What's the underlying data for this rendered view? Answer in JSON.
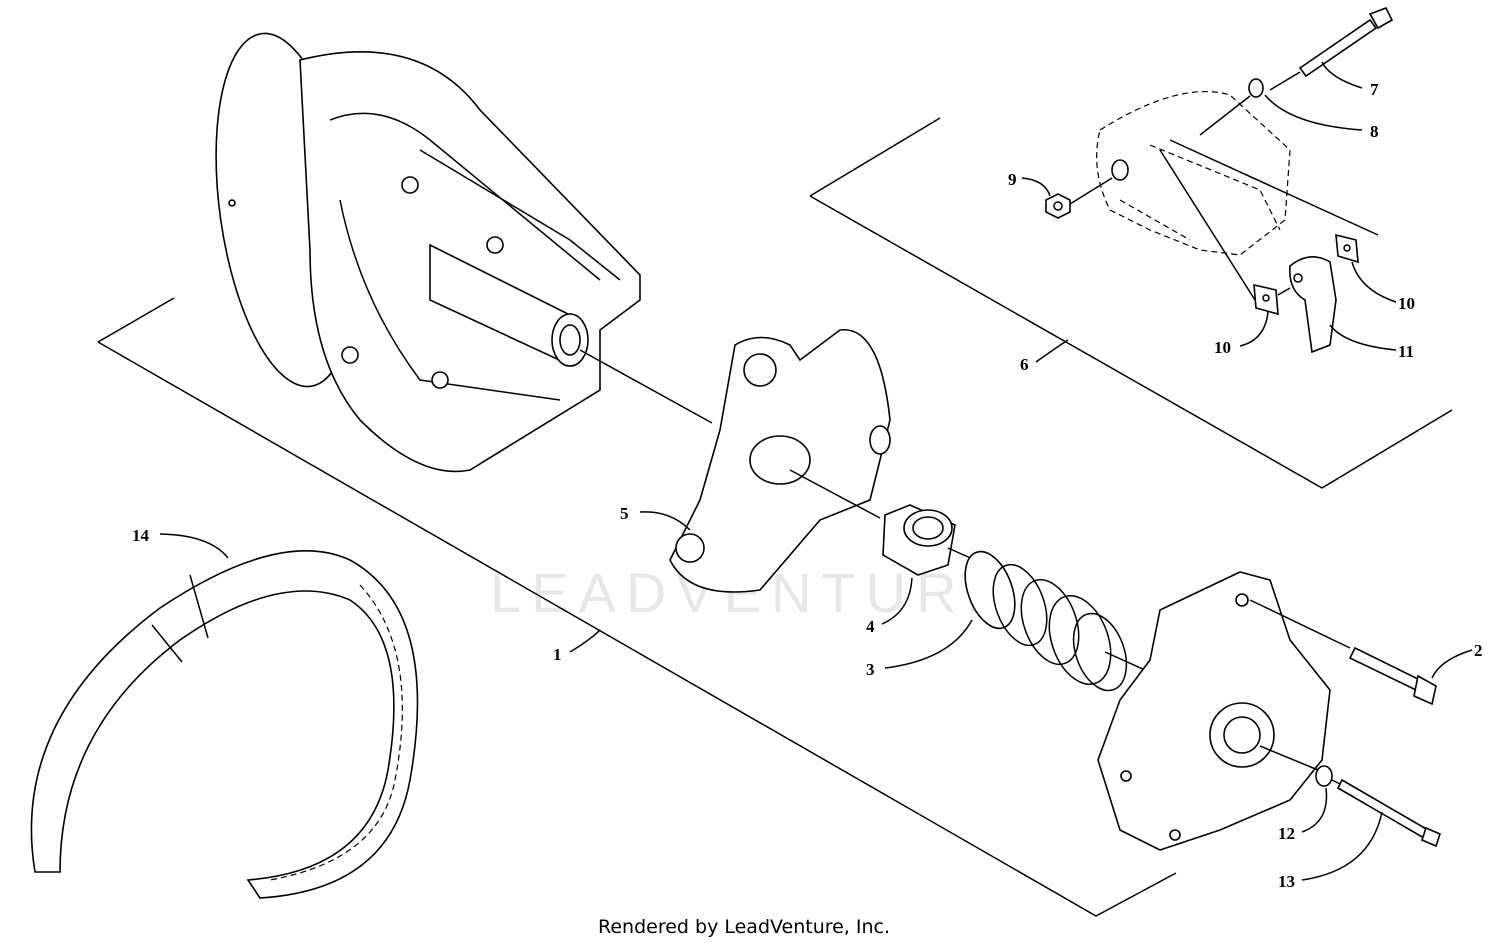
{
  "watermark": "LEADVENTURE",
  "footer": "Rendered by LeadVenture, Inc.",
  "callouts": {
    "c1": "1",
    "c2": "2",
    "c3": "3",
    "c4": "4",
    "c5": "5",
    "c6": "6",
    "c7": "7",
    "c8": "8",
    "c9": "9",
    "c10a": "10",
    "c10b": "10",
    "c11": "11",
    "c12": "12",
    "c13": "13",
    "c14": "14"
  }
}
